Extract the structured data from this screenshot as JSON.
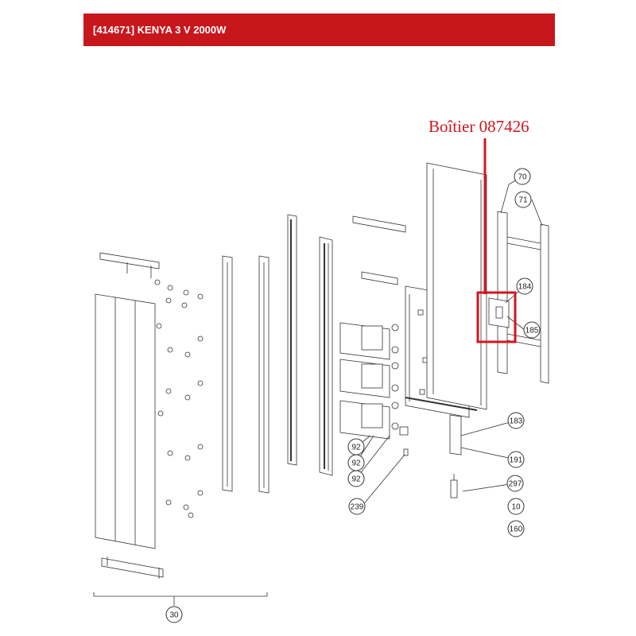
{
  "header": {
    "title": "[414671] KENYA 3 V 2000W"
  },
  "annotation": {
    "label": "Boîtier 087426",
    "color": "#d2161f"
  },
  "callouts": [
    {
      "id": "70",
      "label": "70"
    },
    {
      "id": "71",
      "label": "71"
    },
    {
      "id": "184",
      "label": "184"
    },
    {
      "id": "185",
      "label": "185"
    },
    {
      "id": "183",
      "label": "183"
    },
    {
      "id": "191",
      "label": "191"
    },
    {
      "id": "297",
      "label": "297"
    },
    {
      "id": "10",
      "label": "10"
    },
    {
      "id": "160",
      "label": "160"
    },
    {
      "id": "92a",
      "label": "92"
    },
    {
      "id": "92b",
      "label": "92"
    },
    {
      "id": "92c",
      "label": "92"
    },
    {
      "id": "239",
      "label": "239"
    },
    {
      "id": "30",
      "label": "30"
    }
  ],
  "colors": {
    "header_bg": "#c8161d",
    "header_text": "#ffffff",
    "line": "#333333"
  }
}
